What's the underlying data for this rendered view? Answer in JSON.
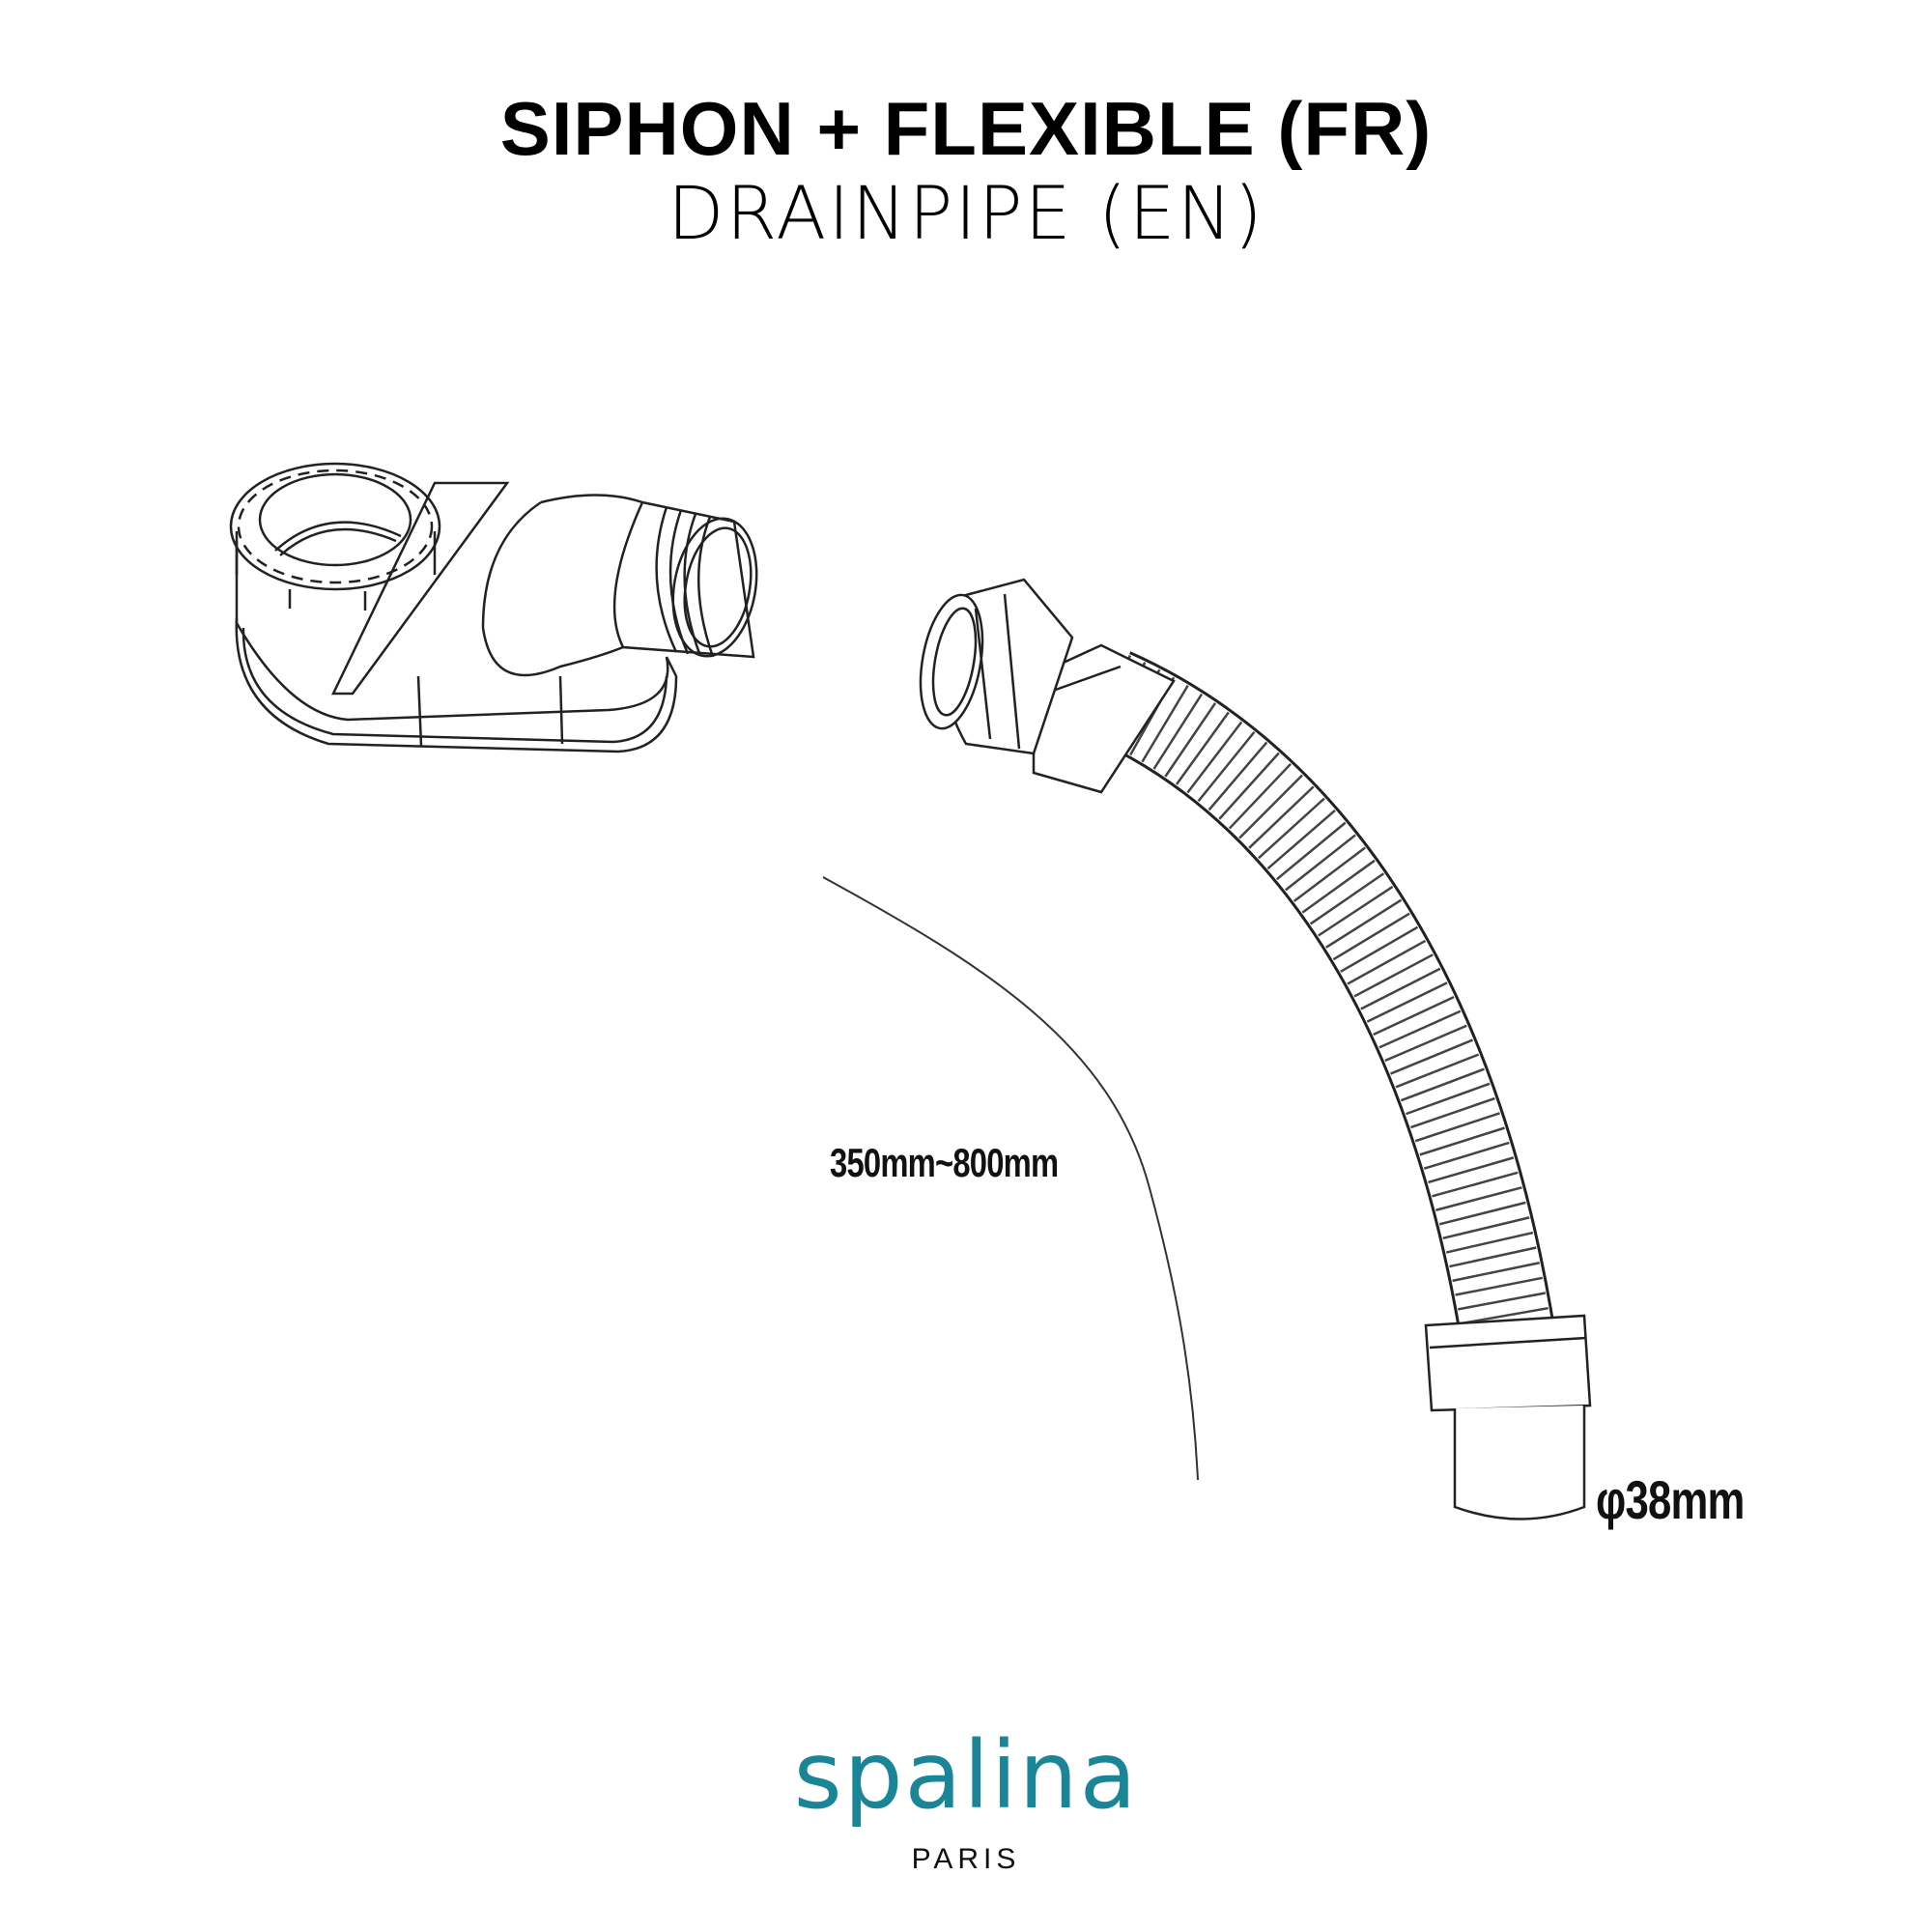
{
  "header": {
    "title_fr": "SIPHON + FLEXIBLE (FR)",
    "title_en": "DRAINPIPE (EN)"
  },
  "diagram": {
    "length_label": "350mm~800mm",
    "diameter_label": "φ38mm",
    "parts": [
      "siphon",
      "flexible-drainpipe"
    ]
  },
  "logo": {
    "brand": "spalina",
    "city": "PARIS",
    "brand_color": "#1a8597"
  }
}
